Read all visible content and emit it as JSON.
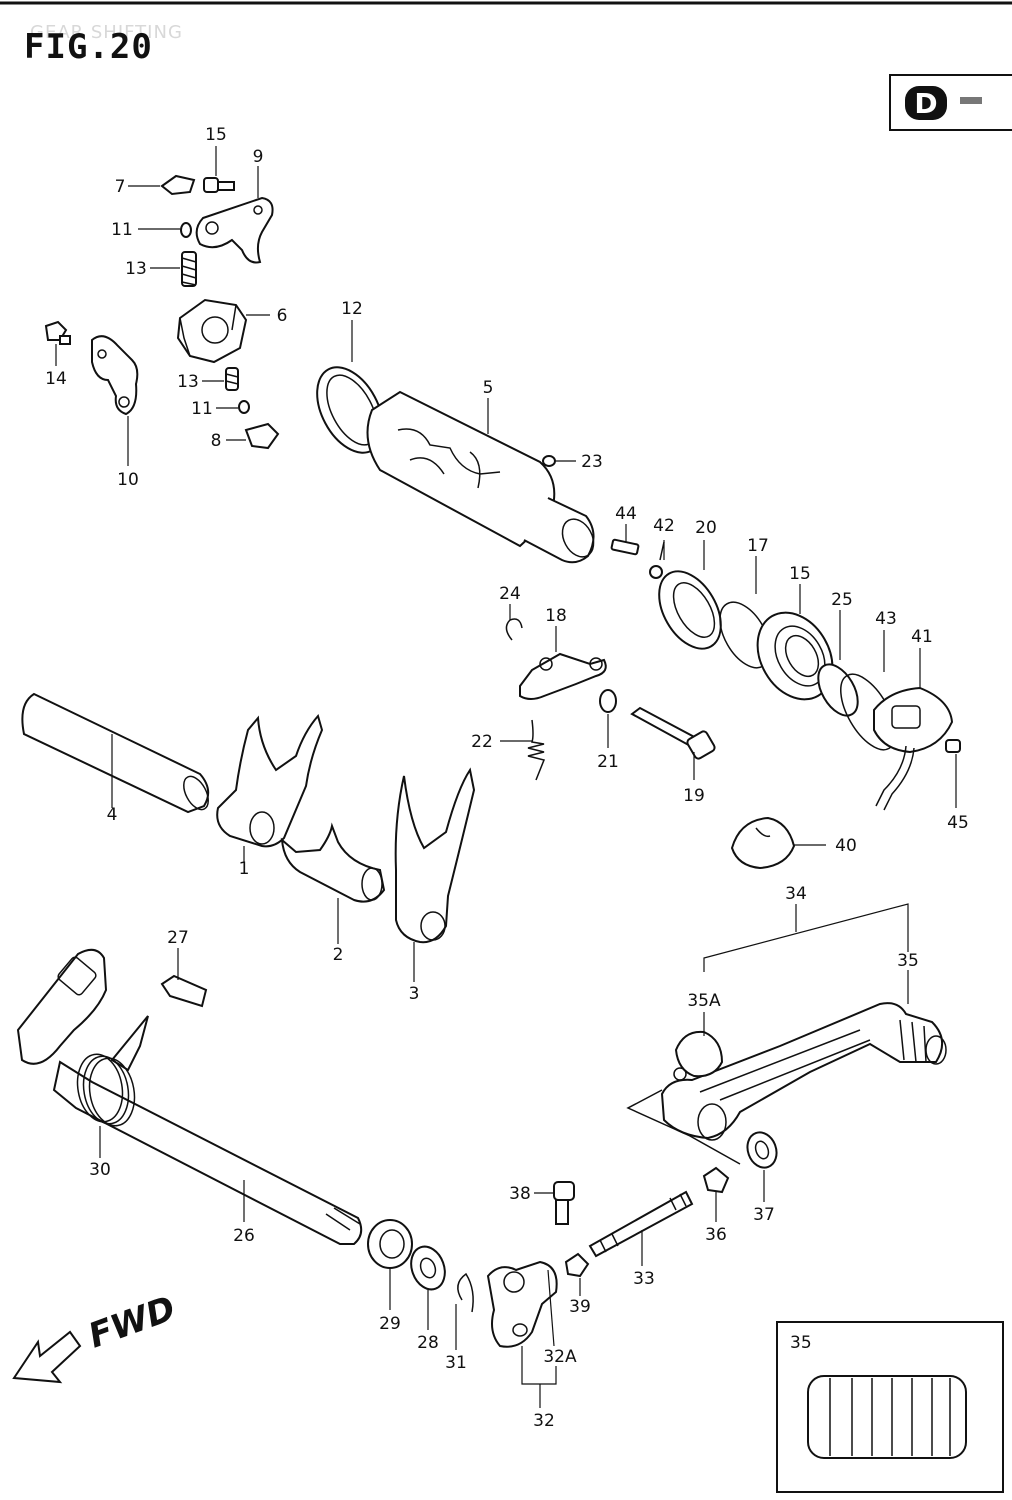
{
  "header": {
    "figure_title": "FIG.20",
    "faded_caption": "GEAR SHIFTING",
    "badge_letter": "D"
  },
  "inset": {
    "label": "35"
  },
  "direction": {
    "label": "FWD"
  },
  "callouts": [
    {
      "id": "c15a",
      "text": "15"
    },
    {
      "id": "c9",
      "text": "9"
    },
    {
      "id": "c7",
      "text": "7"
    },
    {
      "id": "c11a",
      "text": "11"
    },
    {
      "id": "c13a",
      "text": "13"
    },
    {
      "id": "c6",
      "text": "6"
    },
    {
      "id": "c14",
      "text": "14"
    },
    {
      "id": "c13b",
      "text": "13"
    },
    {
      "id": "c11b",
      "text": "11"
    },
    {
      "id": "c8",
      "text": "8"
    },
    {
      "id": "c10",
      "text": "10"
    },
    {
      "id": "c12",
      "text": "12"
    },
    {
      "id": "c5",
      "text": "5"
    },
    {
      "id": "c23",
      "text": "23"
    },
    {
      "id": "c44",
      "text": "44"
    },
    {
      "id": "c42",
      "text": "42"
    },
    {
      "id": "c20",
      "text": "20"
    },
    {
      "id": "c17",
      "text": "17"
    },
    {
      "id": "c15b",
      "text": "15"
    },
    {
      "id": "c25",
      "text": "25"
    },
    {
      "id": "c43",
      "text": "43"
    },
    {
      "id": "c41",
      "text": "41"
    },
    {
      "id": "c24",
      "text": "24"
    },
    {
      "id": "c18",
      "text": "18"
    },
    {
      "id": "c22",
      "text": "22"
    },
    {
      "id": "c21",
      "text": "21"
    },
    {
      "id": "c19",
      "text": "19"
    },
    {
      "id": "c45",
      "text": "45"
    },
    {
      "id": "c4",
      "text": "4"
    },
    {
      "id": "c1",
      "text": "1"
    },
    {
      "id": "c2",
      "text": "2"
    },
    {
      "id": "c3",
      "text": "3"
    },
    {
      "id": "c40",
      "text": "40"
    },
    {
      "id": "c34",
      "text": "34"
    },
    {
      "id": "c35",
      "text": "35"
    },
    {
      "id": "c35a",
      "text": "35A"
    },
    {
      "id": "c27",
      "text": "27"
    },
    {
      "id": "c30",
      "text": "30"
    },
    {
      "id": "c26",
      "text": "26"
    },
    {
      "id": "c38",
      "text": "38"
    },
    {
      "id": "c37",
      "text": "37"
    },
    {
      "id": "c36",
      "text": "36"
    },
    {
      "id": "c33",
      "text": "33"
    },
    {
      "id": "c39",
      "text": "39"
    },
    {
      "id": "c29",
      "text": "29"
    },
    {
      "id": "c28",
      "text": "28"
    },
    {
      "id": "c31",
      "text": "31"
    },
    {
      "id": "c32a",
      "text": "32A"
    },
    {
      "id": "c32",
      "text": "32"
    }
  ]
}
